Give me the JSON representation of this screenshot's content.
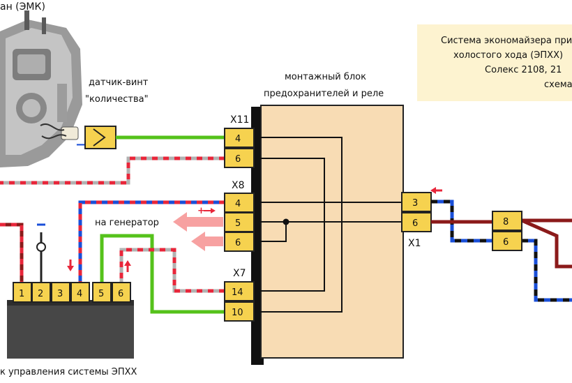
{
  "title_box": {
    "lines": [
      "Система экономайзера при",
      "холостого хода (ЭПХХ)",
      "Солекс 2108, 21",
      "схема"
    ]
  },
  "labels": {
    "valve": "ан (ЭМК)",
    "sensor_line1": "датчик-винт",
    "sensor_line2": "\"количества\"",
    "block_line1": "монтажный блок",
    "block_line2": "предохранителей и реле",
    "generator": "на генератор",
    "ecu": "к управления системы ЭПХХ",
    "plus": "+",
    "minus": "−"
  },
  "connectors": {
    "x11": {
      "name": "X11",
      "pins": [
        "4",
        "6"
      ]
    },
    "x8": {
      "name": "X8",
      "pins": [
        "4",
        "5",
        "6"
      ]
    },
    "x7": {
      "name": "X7",
      "pins": [
        "14",
        "10"
      ]
    },
    "x1": {
      "name": "X1",
      "pins": [
        "3",
        "6"
      ]
    },
    "right": {
      "pins": [
        "8",
        "6"
      ]
    }
  },
  "ecu_pins": [
    "1",
    "2",
    "3",
    "4",
    "5",
    "6"
  ],
  "colors": {
    "block": "#f8dcb4",
    "pin": "#f6d24f",
    "green": "#55c21b",
    "red": "#e8263a",
    "blue": "#1a4fd8",
    "gray": "#b2b2b2",
    "darkred": "#8b1a1a",
    "pink": "#f7a1a1",
    "note": "#fdf3d0"
  }
}
